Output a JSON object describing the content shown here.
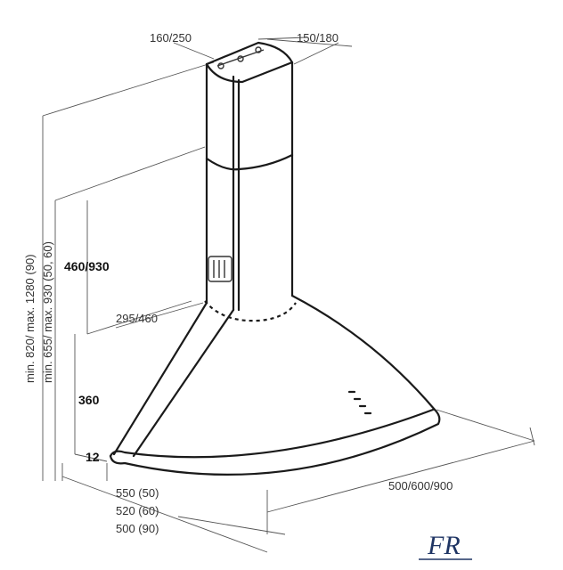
{
  "dimensions": {
    "outlet_width": "160/250",
    "outlet_depth": "150/180",
    "chimney_height_text": "460/930",
    "total_height_range_1": "min. 820/ max. 1280 (90)",
    "total_height_range_2": "min. 655/ max. 930 (50, 60)",
    "chimney_base_width": "295/460",
    "canopy_height": "360",
    "rim_height": "12",
    "depth_50": "550 (50)",
    "depth_60": "520 (60)",
    "depth_90": "500 (90)",
    "width": "500/600/900"
  },
  "brand": {
    "logo_text": "FR"
  },
  "colors": {
    "line": "#1a1a1a",
    "logo": "#1f3564",
    "background": "#ffffff"
  }
}
